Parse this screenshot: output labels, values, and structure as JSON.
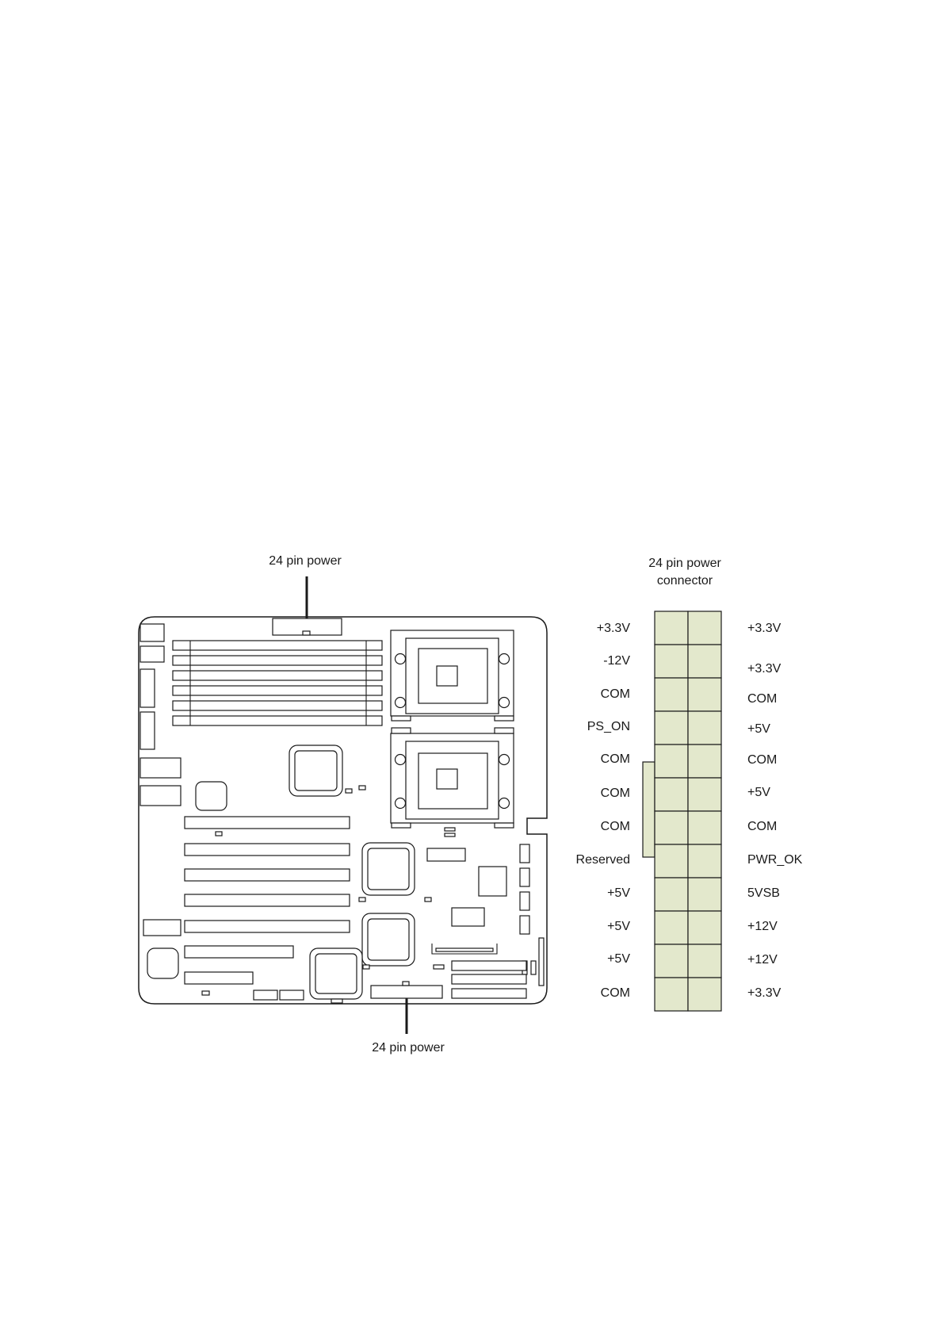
{
  "callouts": {
    "top": "24 pin power",
    "bottom": "24 pin power"
  },
  "connector": {
    "title_line1": "24 pin power",
    "title_line2": "connector",
    "left_pins": [
      "+3.3V",
      "-12V",
      "COM",
      "PS_ON",
      "COM",
      "COM",
      "COM",
      "Reserved",
      "+5V",
      "+5V",
      "+5V",
      "COM"
    ],
    "right_pins": [
      "+3.3V",
      "+3.3V",
      "COM",
      "+5V",
      "COM",
      "+5V",
      "COM",
      "PWR_OK",
      "5VSB",
      "+12V",
      "+12V",
      "+3.3V"
    ]
  },
  "colors": {
    "line": "#1a1a1a",
    "pin_fill": "#e3e8cc",
    "background": "#ffffff"
  }
}
